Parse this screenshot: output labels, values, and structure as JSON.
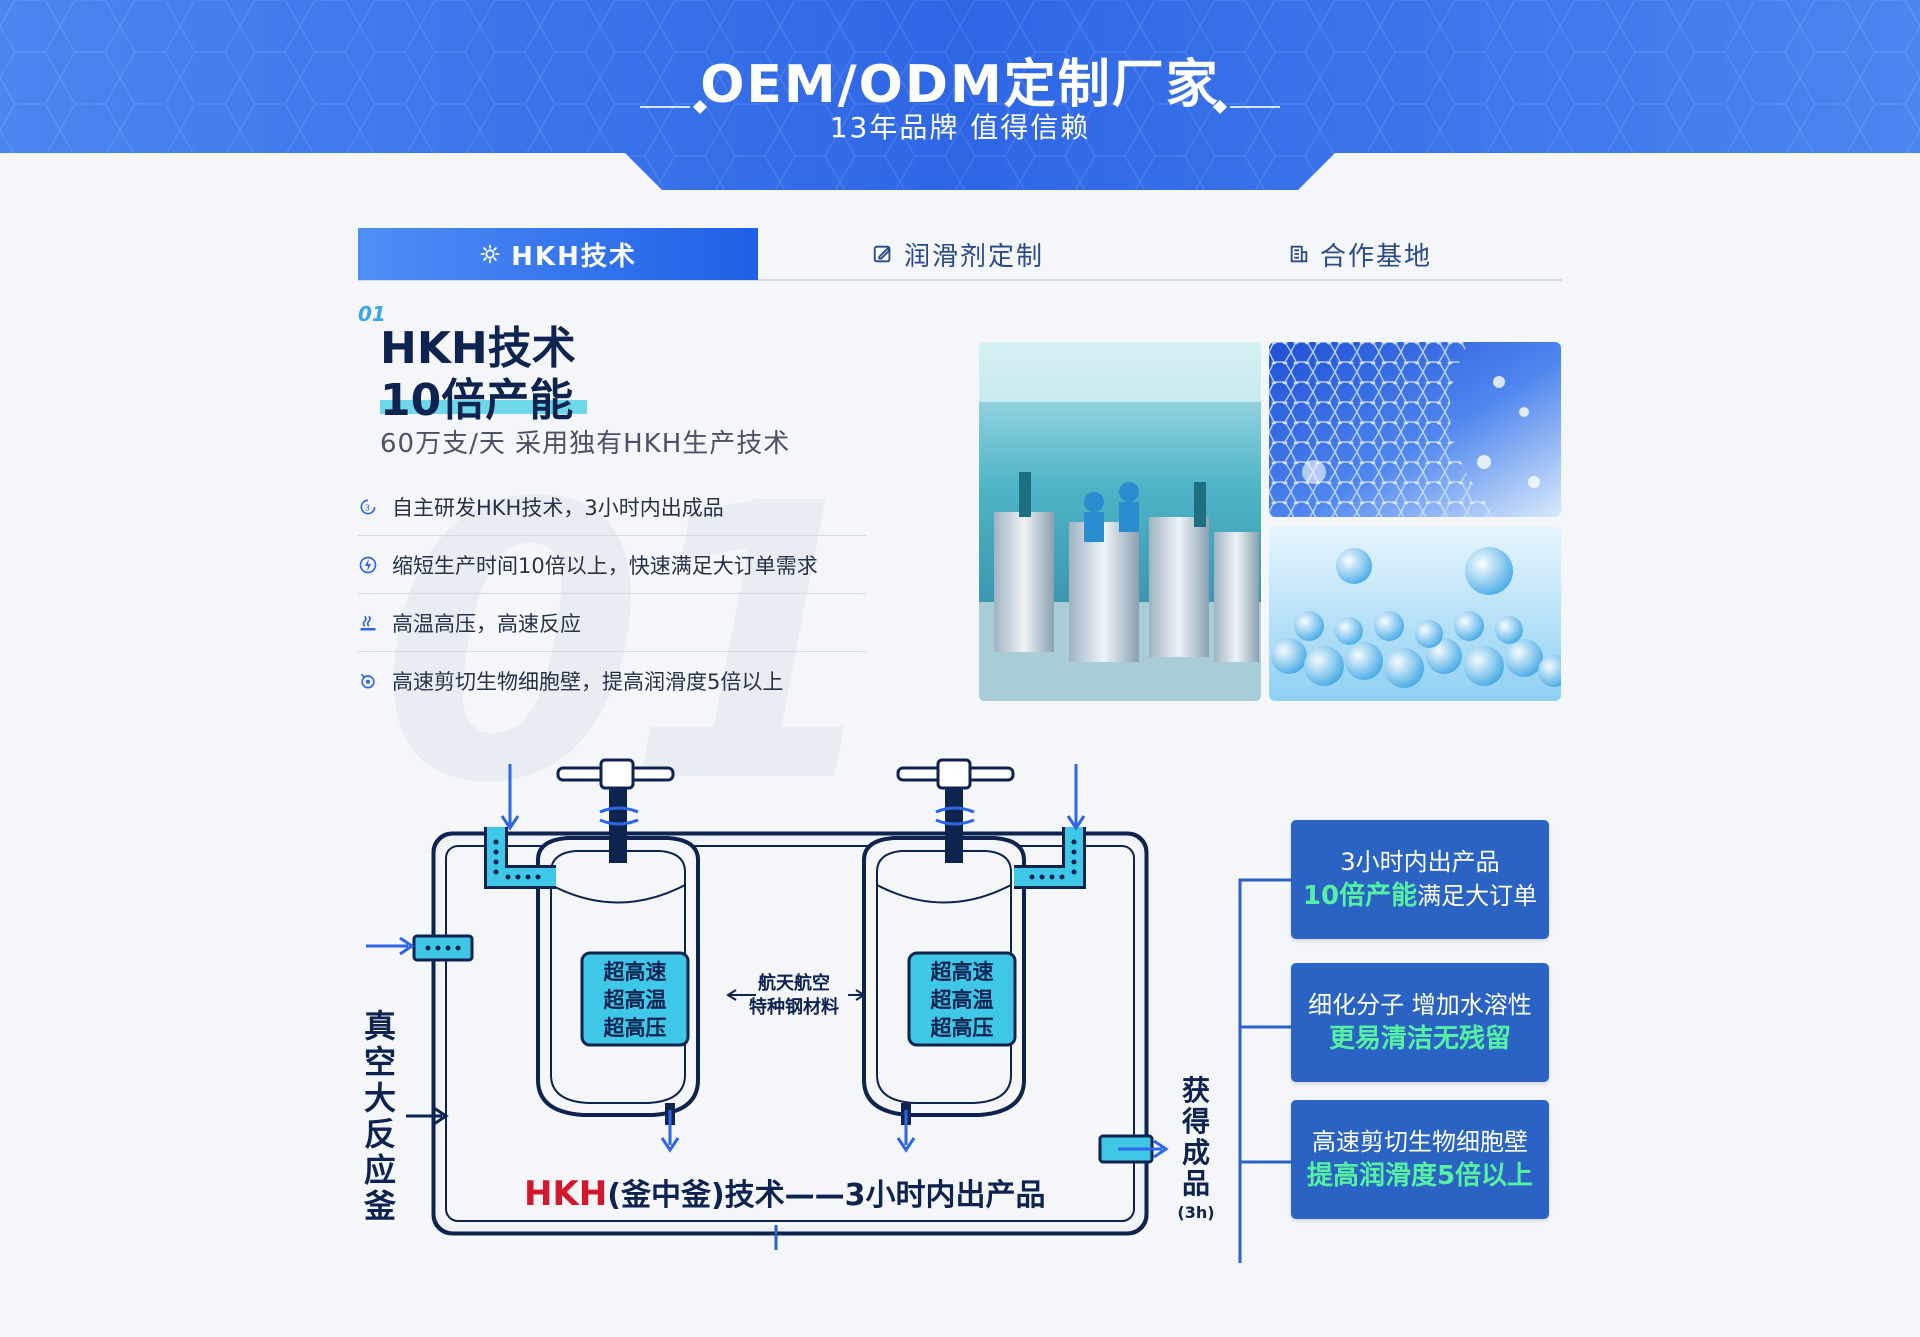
{
  "banner": {
    "title": "OEM/ODM定制厂家",
    "subtitle": "13年品牌 值得信赖"
  },
  "tabs": [
    {
      "label": "HKH技术",
      "icon": "gear-icon",
      "active": true
    },
    {
      "label": "润滑剂定制",
      "icon": "edit-icon",
      "active": false
    },
    {
      "label": "合作基地",
      "icon": "building-icon",
      "active": false
    }
  ],
  "section": {
    "number": "01",
    "title_line1": "HKH技术",
    "title_line2": "10倍产能",
    "subtitle": "60万支/天 采用独有HKH生产技术",
    "features": [
      {
        "icon": "three-clock-icon",
        "text": "自主研发HKH技术，3小时内出成品"
      },
      {
        "icon": "lightning-icon",
        "text": "缩短生产时间10倍以上，快速满足大订单需求"
      },
      {
        "icon": "heat-icon",
        "text": "高温高压，高速反应"
      },
      {
        "icon": "cell-icon",
        "text": "高速剪切生物细胞壁，提高润滑度5倍以上"
      }
    ]
  },
  "diagram": {
    "tank_left": [
      "超高速",
      "超高温",
      "超高压"
    ],
    "tank_right": [
      "超高速",
      "超高温",
      "超高压"
    ],
    "middle_line1": "航天航空",
    "middle_line2": "特种钢材料",
    "vessel_label": "真空大反应釜",
    "output_label": "获得成品",
    "output_sub": "(3h)",
    "caption_red": "HKH",
    "caption_rest": "(釜中釜)技术——3小时内出产品"
  },
  "info_boxes": [
    {
      "line1": "3小时内出产品",
      "highlight": "10倍产能",
      "line2_rest": "满足大订单"
    },
    {
      "line1": "细化分子 增加水溶性",
      "highlight": "更易清洁无残留",
      "line2_rest": ""
    },
    {
      "line1": "高速剪切生物细胞壁",
      "highlight": "提高润滑度5倍以上",
      "line2_rest": ""
    }
  ],
  "colors": {
    "brand_blue": "#1f5fe6",
    "box_blue": "#2a63c3",
    "highlight_green": "#56f0a2",
    "accent_cyan": "#6ed7ea",
    "caption_red": "#d4182c"
  }
}
